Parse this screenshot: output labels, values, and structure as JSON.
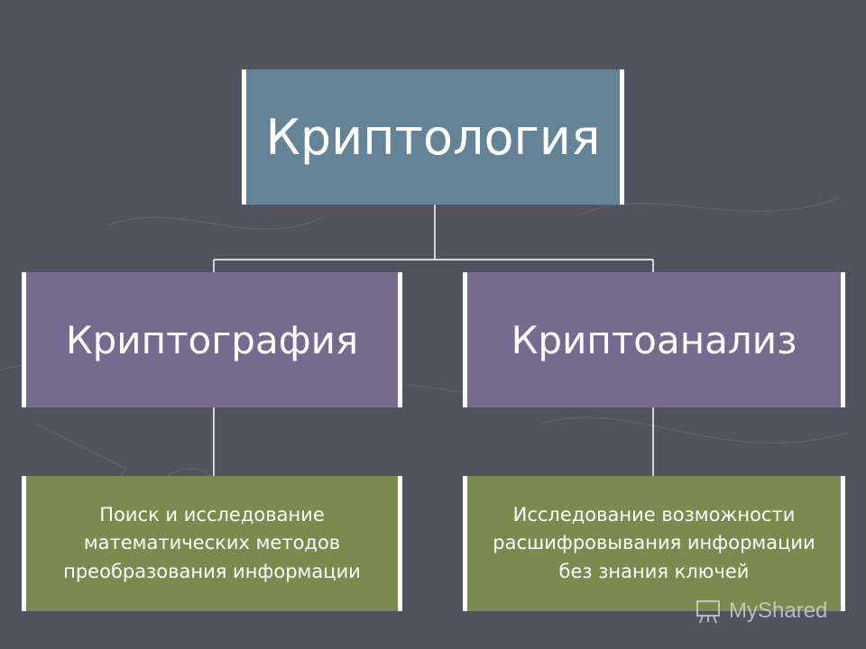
{
  "diagram": {
    "root": {
      "label": "Криптология"
    },
    "children": [
      {
        "label": "Криптография",
        "description": [
          "Поиск и исследование",
          "математических методов",
          "преобразования информации"
        ]
      },
      {
        "label": "Криптоанализ",
        "description": [
          "Исследование возможности",
          "расшифровывания информации",
          "без знания ключей"
        ]
      }
    ]
  },
  "colors": {
    "background": "#51545f",
    "root_box": "#658396",
    "mid_box": "#756b8f",
    "leaf_box": "#7b8a4e",
    "connector": "#ffffff"
  },
  "watermark": {
    "text": "MyShared",
    "icon": "presentation-board-icon"
  }
}
